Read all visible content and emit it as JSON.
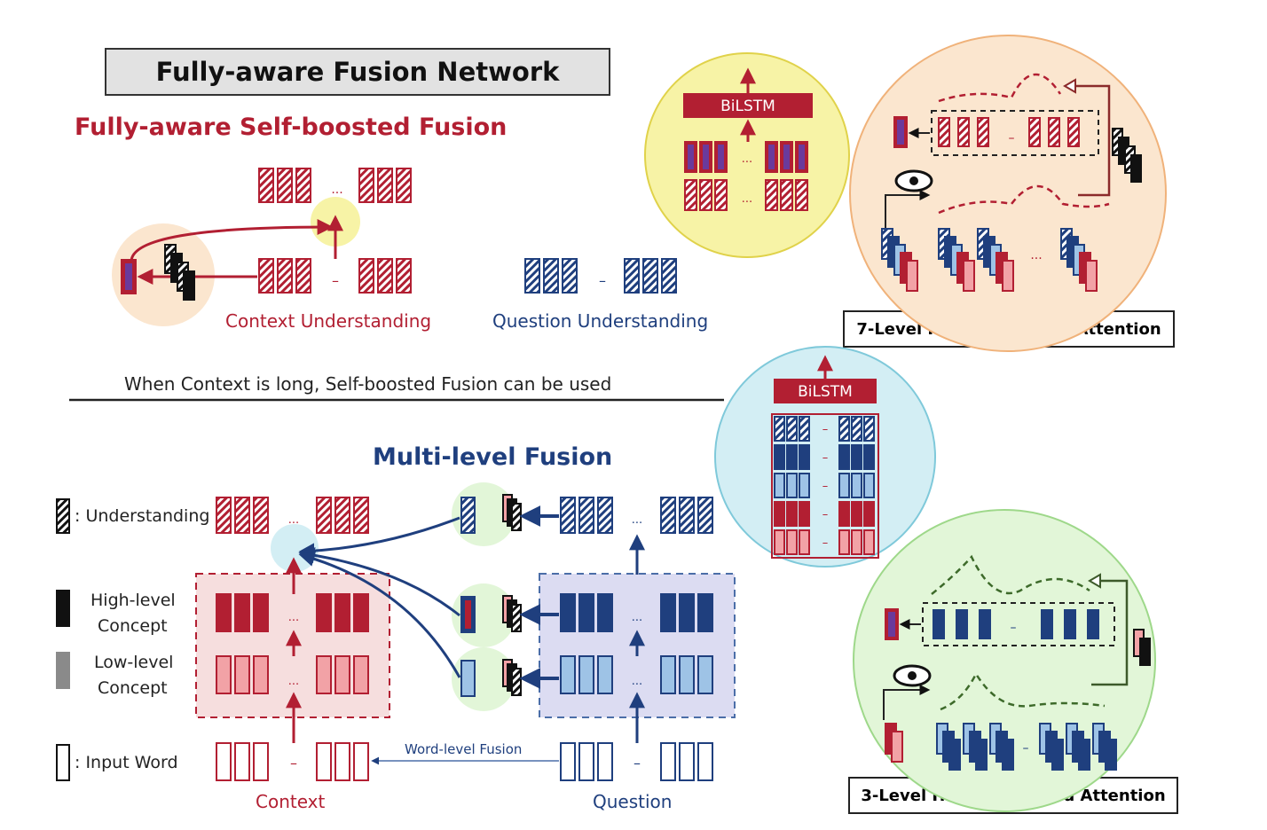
{
  "title": "Fully-aware Fusion Network",
  "self_boosted": {
    "heading": "Fully-aware Self-boosted Fusion",
    "context_label": "Context Understanding",
    "question_label": "Question Understanding",
    "note": "When Context is long, Self-boosted Fusion can be used"
  },
  "multi_level": {
    "heading": "Multi-level Fusion",
    "context_label": "Context",
    "question_label": "Question",
    "word_fusion_label": "Word-level Fusion"
  },
  "legend": {
    "understanding": ": Understanding",
    "high_level_line1": "High-level",
    "high_level_line2": "Concept",
    "low_level_line1": "Low-level",
    "low_level_line2": "Concept",
    "input_word": ": Input Word"
  },
  "bilstm_label": "BiLSTM",
  "attention": {
    "seven_level": "7-Level History-of-Word Attention",
    "three_level": "3-Level History-of-Word Attention"
  },
  "ellipsis": "...",
  "dash": "–",
  "colors": {
    "red": "#b21f32",
    "navy": "#1f3f7e",
    "light_blue": "#9ec3e6",
    "yellow_circle": "#f7f3a6",
    "orange_circle": "#fbe6cf",
    "cyan_circle": "#d3eef4",
    "green_circle": "#e2f6d8",
    "context_box": "#f6dede",
    "question_box": "#dcdcf2"
  }
}
